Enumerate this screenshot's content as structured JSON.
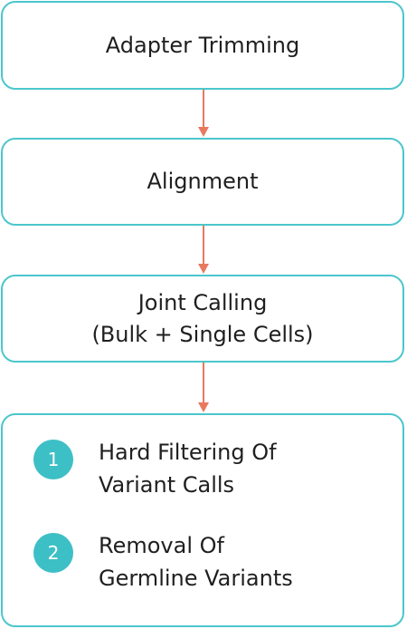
{
  "steps": [
    {
      "lines": [
        "Adapter Trimming"
      ]
    },
    {
      "lines": [
        "Alignment"
      ]
    },
    {
      "lines": [
        "Joint Calling",
        "(Bulk + Single Cells)"
      ]
    }
  ],
  "final_box": {
    "items": [
      {
        "number": "1",
        "lines": [
          "Hard Filtering Of",
          "Variant Calls"
        ]
      },
      {
        "number": "2",
        "lines": [
          "Removal Of",
          "Germline Variants"
        ]
      }
    ]
  },
  "colors": {
    "box_border": "#4cc6cc",
    "arrow": "#e8795f",
    "badge": "#3dbfc6",
    "text": "#1f1f1f"
  }
}
